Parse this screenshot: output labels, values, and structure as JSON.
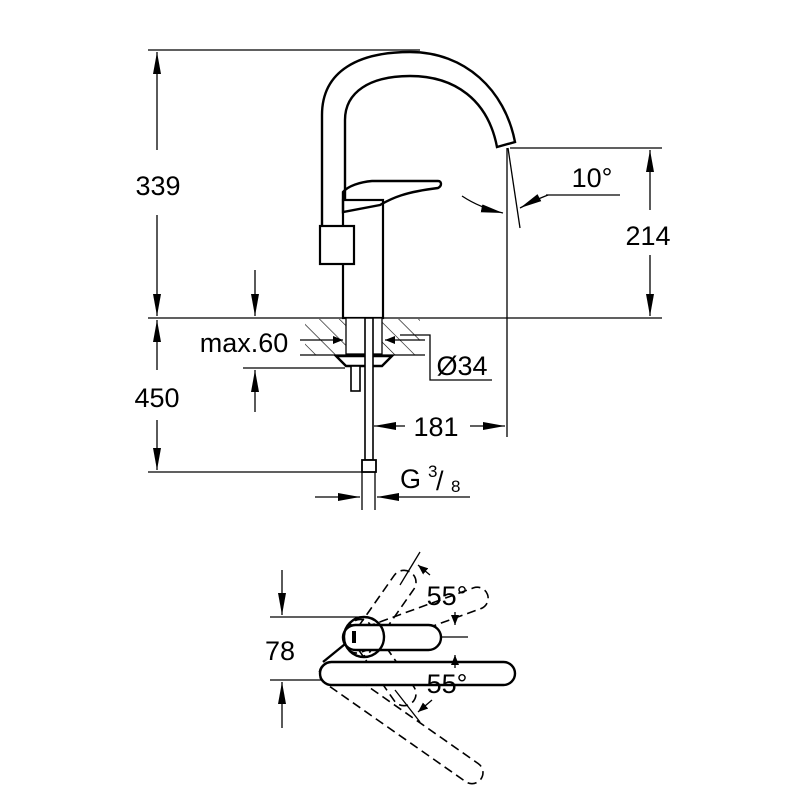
{
  "drawing": {
    "side_view": {
      "total_height": "339",
      "spout_height": "214",
      "spout_angle": "10°",
      "countertop_thickness": "max.60",
      "hole_diameter": "Ø34",
      "hose_length": "450",
      "spout_reach": "181",
      "connection_thread": "G",
      "thread_numerator": "3",
      "thread_denominator": "8"
    },
    "top_view": {
      "handle_width": "78",
      "rotation_angle_top": "55°",
      "rotation_angle_bottom": "55°"
    }
  }
}
